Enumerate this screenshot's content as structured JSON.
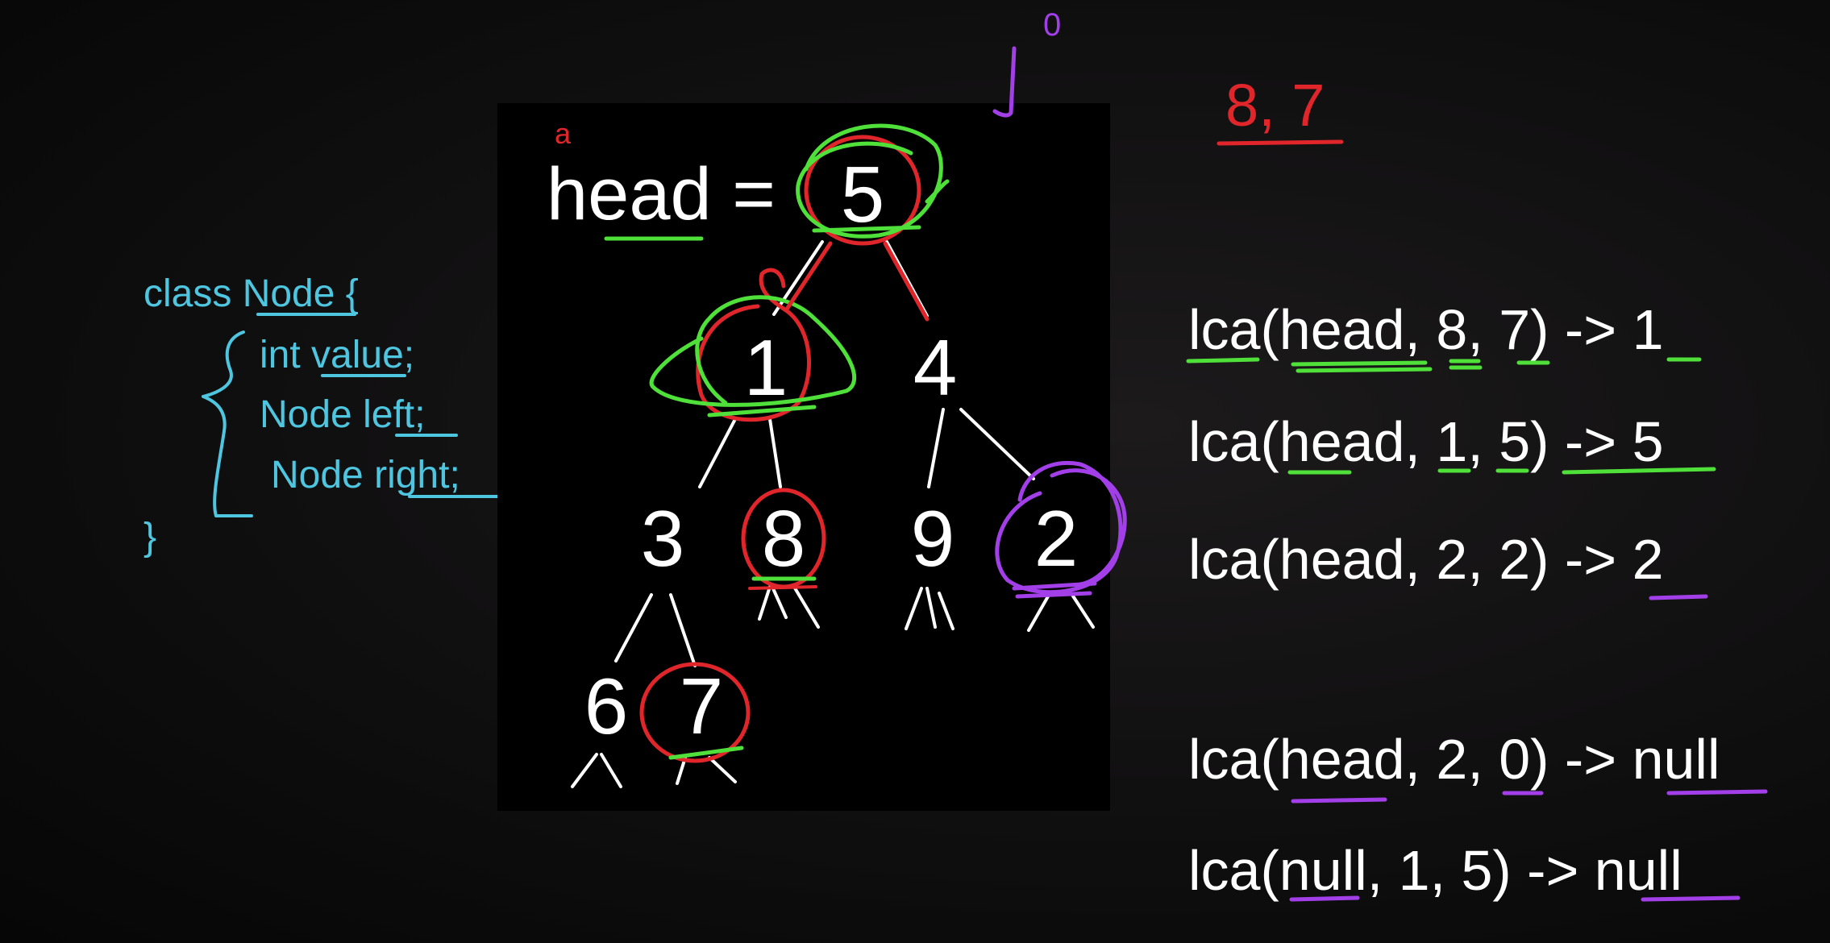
{
  "code": {
    "line1": "class Node {",
    "line2": "int value;",
    "line3": "Node left;",
    "line4": "Node right;",
    "line5": "}"
  },
  "tree": {
    "head_label": "head =",
    "nodes": [
      "5",
      "1",
      "4",
      "3",
      "8",
      "9",
      "2",
      "6",
      "7"
    ]
  },
  "annotations": {
    "top_right": "8, 7",
    "top_mark": "0",
    "small_mark": "a"
  },
  "examples": [
    "lca(head, 8, 7) -> 1",
    "lca(head, 1, 5) -> 5",
    "lca(head, 2, 2) -> 2",
    "lca(head, 2, 0) -> null",
    "lca(null, 1, 5) -> null"
  ],
  "colors": {
    "code": "#4fc6e0",
    "red_ink": "#e0262b",
    "green_ink": "#4fe03a",
    "purple_ink": "#a23fe8",
    "panel": "#000000"
  }
}
